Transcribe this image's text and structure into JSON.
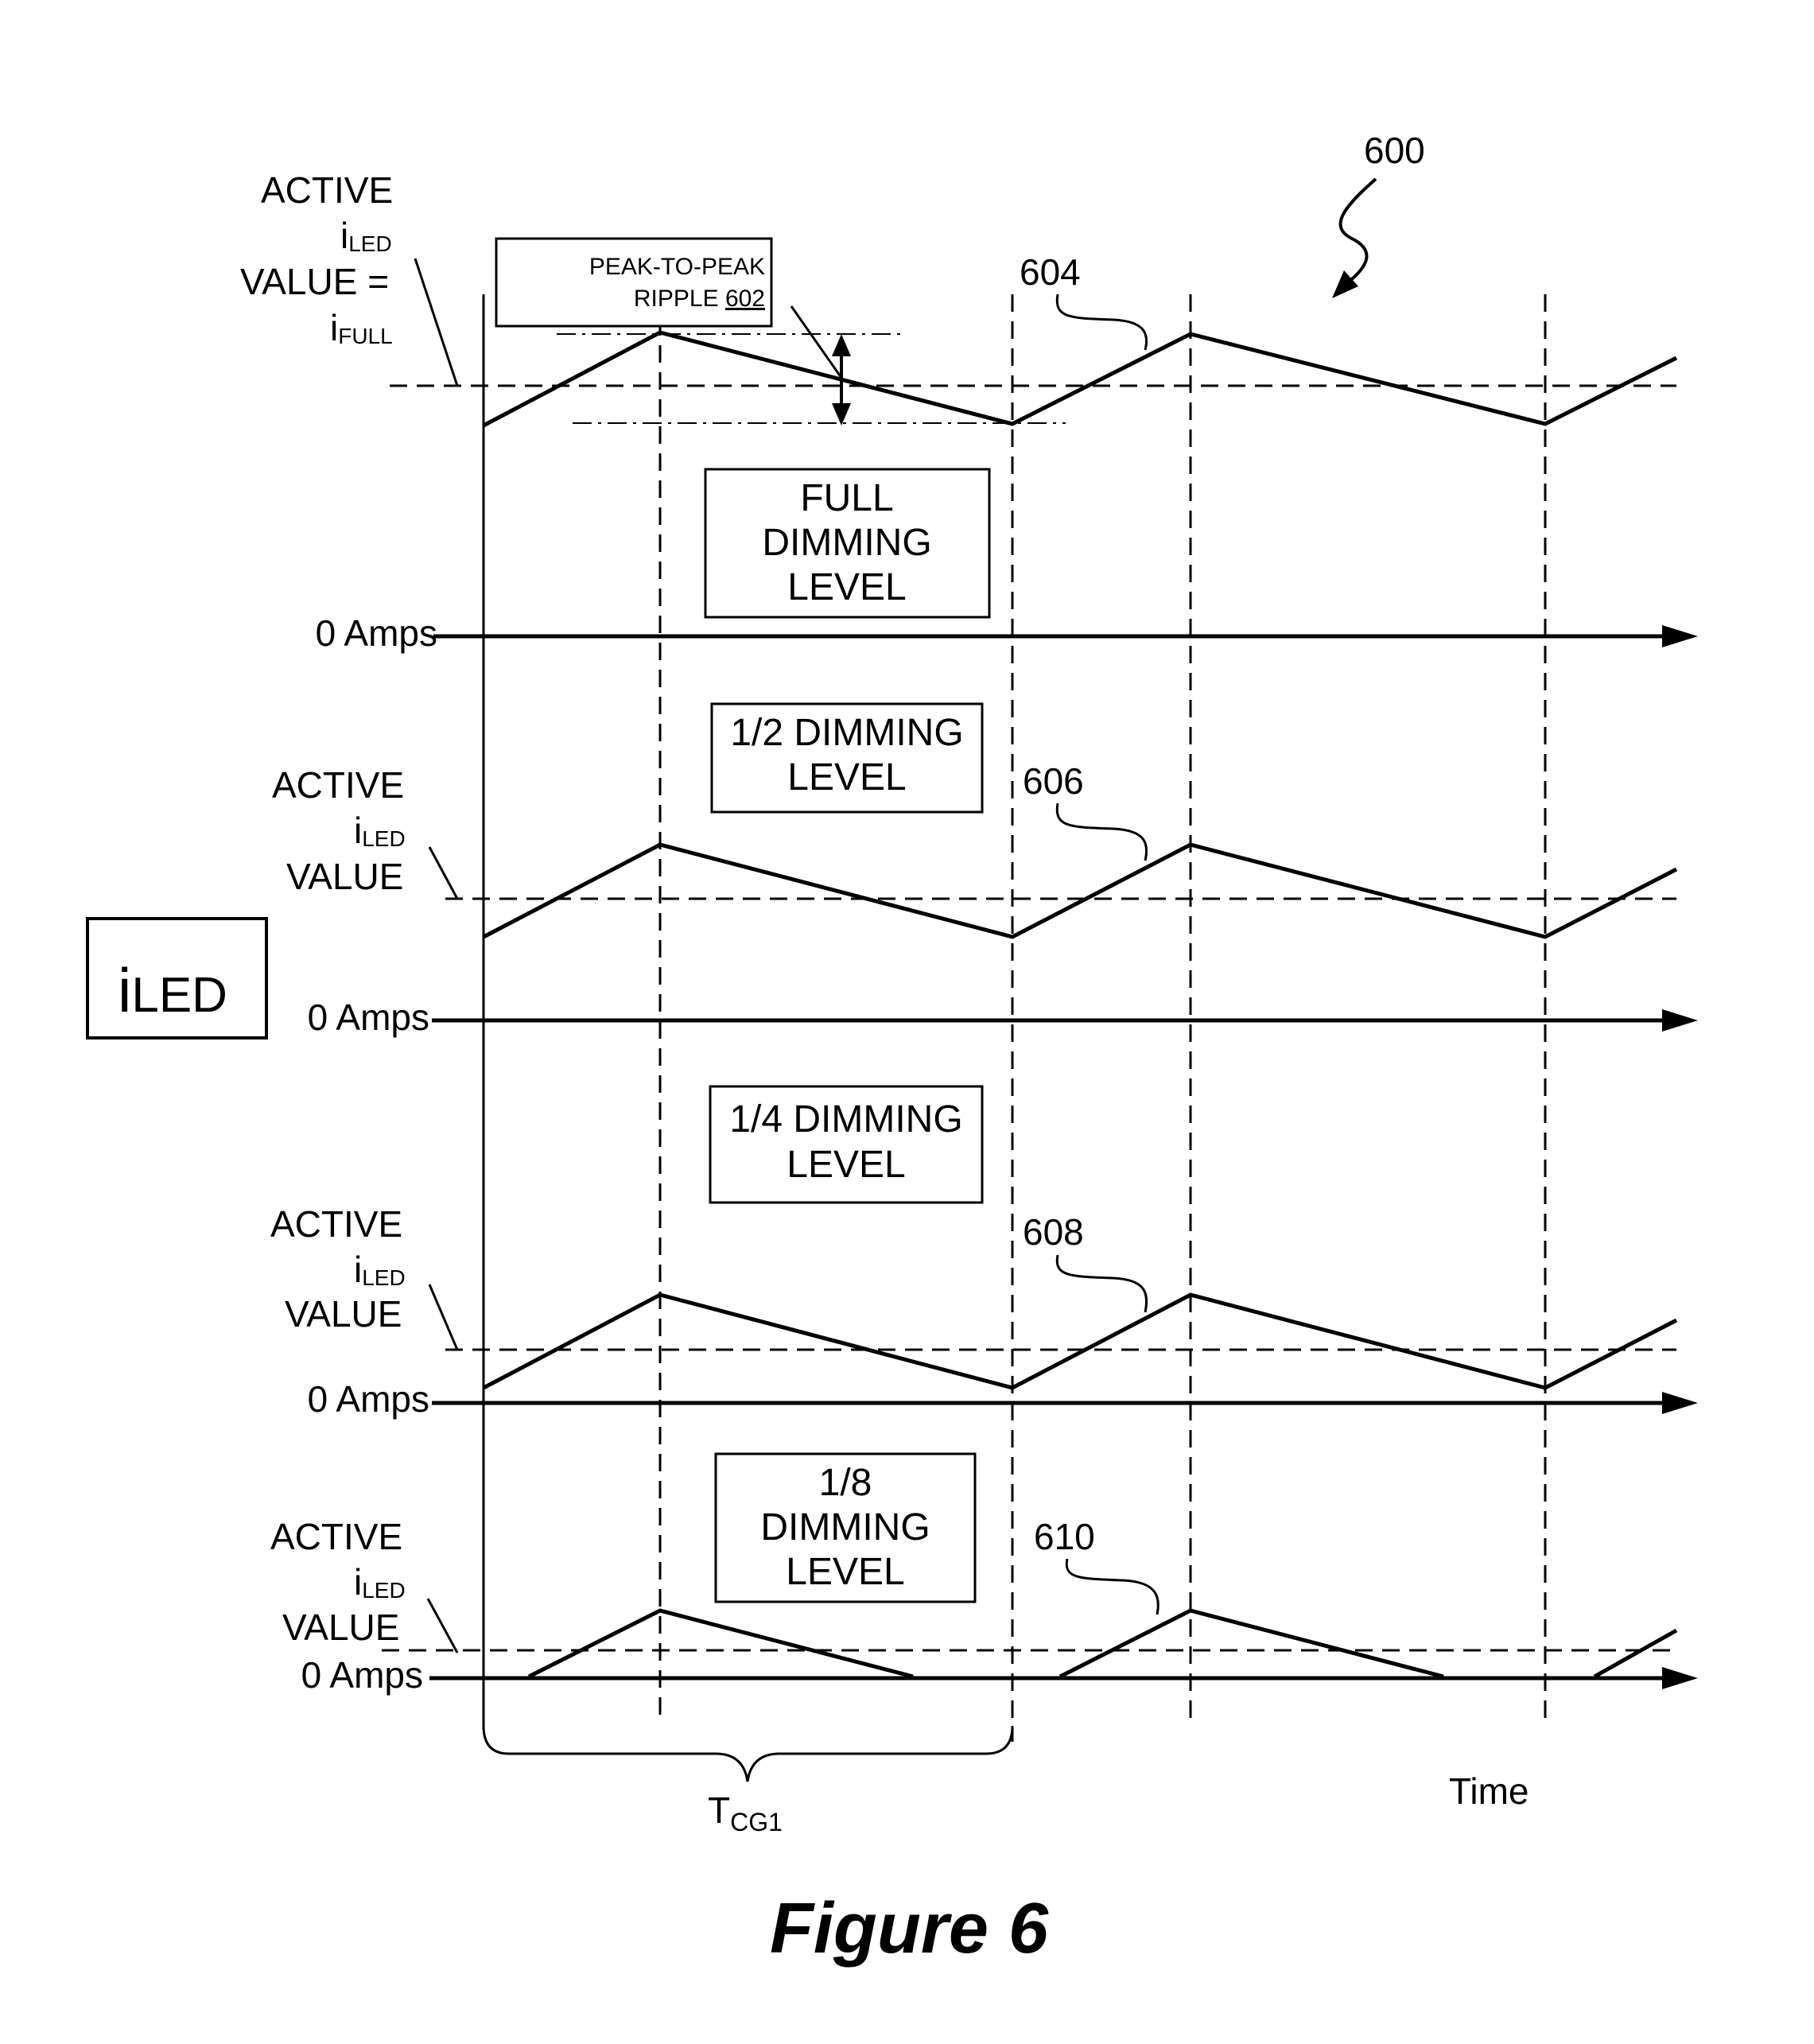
{
  "figure": {
    "ref": "600",
    "title": "Figure 6",
    "time_label": "Time",
    "tcg_main": "T",
    "tcg_sub": "CG1",
    "iled_main": "i",
    "iled_sub": "LED"
  },
  "ripple_box": {
    "line1": "PEAK-TO-PEAK",
    "line2_text": "RIPPLE ",
    "line2_ref": "602"
  },
  "panels": [
    {
      "ref": "604",
      "active_line1": "ACTIVE",
      "i_main": "i",
      "i_sub": "LED",
      "value_text": "VALUE =",
      "full_main": "i",
      "full_sub": "FULL",
      "zero_label": "0 Amps",
      "box_lines": [
        "FULL",
        "DIMMING",
        "LEVEL"
      ]
    },
    {
      "ref": "606",
      "active_line1": "ACTIVE",
      "i_main": "i",
      "i_sub": "LED",
      "value_text": "VALUE",
      "zero_label": "0 Amps",
      "box_lines": [
        "1/2 DIMMING",
        "LEVEL"
      ]
    },
    {
      "ref": "608",
      "active_line1": "ACTIVE",
      "i_main": "i",
      "i_sub": "LED",
      "value_text": "VALUE",
      "zero_label": "0 Amps",
      "box_lines": [
        "1/4 DIMMING",
        "LEVEL"
      ]
    },
    {
      "ref": "610",
      "active_line1": "ACTIVE",
      "i_main": "i",
      "i_sub": "LED",
      "value_text": "VALUE",
      "zero_label": "0 Amps",
      "box_lines": [
        "1/8",
        "DIMMING",
        "LEVEL"
      ]
    }
  ]
}
